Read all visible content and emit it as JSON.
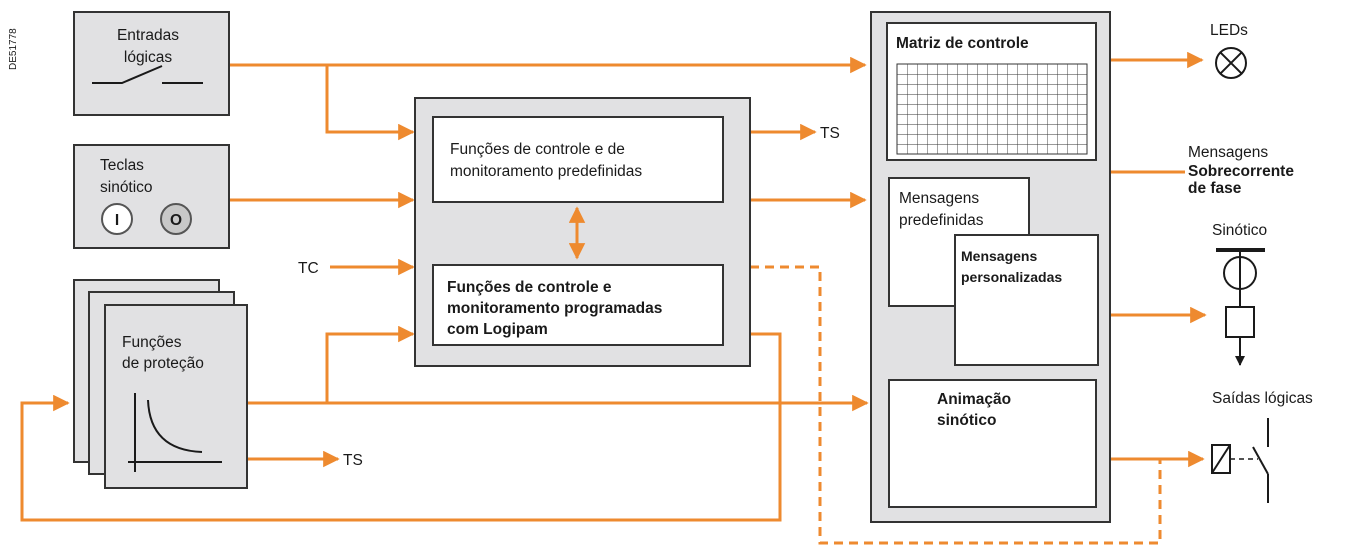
{
  "doc_ref": "DE51778",
  "colors": {
    "flow": "#ee8a2f",
    "box_fill": "#e1e1e3",
    "outline": "#333333"
  },
  "inputs": {
    "logic_inputs": [
      "Entradas",
      "lógicas"
    ],
    "synoptic_keys": {
      "title": [
        "Teclas",
        "sinótico"
      ],
      "key_on": "I",
      "key_off": "O"
    },
    "protection": [
      "Funções",
      "de proteção"
    ]
  },
  "central": {
    "predefined": [
      "Funções de controle e de",
      "monitoramento predefinidas"
    ],
    "logipam": [
      "Funções de controle e",
      "monitoramento programadas",
      "com Logipam"
    ]
  },
  "signals": {
    "ts_top": "TS",
    "tc": "TC",
    "ts_bottom": "TS"
  },
  "right_panel": {
    "matrix_title": "Matriz de controle",
    "predefined_messages": [
      "Mensagens",
      "predefinidas"
    ],
    "custom_messages": [
      "Mensagens",
      "personalizadas"
    ],
    "animation": [
      "Animação",
      "sinótico"
    ]
  },
  "outputs": {
    "leds": "LEDs",
    "messages_label": "Mensagens",
    "messages_example": [
      "Sobrecorrente",
      "de fase"
    ],
    "synoptic": "Sinótico",
    "logic_outputs": "Saídas lógicas"
  }
}
